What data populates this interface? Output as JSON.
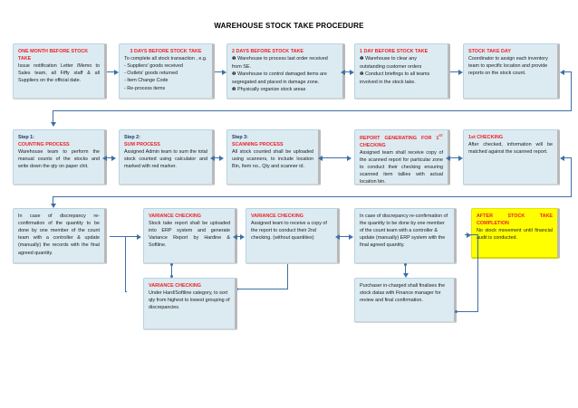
{
  "title": "WAREHOUSE STOCK TAKE PROCEDURE",
  "colors": {
    "box_fill": "#dcebf2",
    "box_border": "#b6d4e2",
    "heading_red": "#ec2227",
    "heading_blue": "#1f3864",
    "connector": "#3e6fa8",
    "highlight_yellow": "#ffff00"
  },
  "row1": {
    "b1": {
      "heading": "ONE MONTH BEFORE STOCK TAKE",
      "body": "Issue notification Letter /Memo to Sales team, all Fiffy staff & all Suppliers on the official date."
    },
    "b2": {
      "heading": "3 DAYS BEFORE STOCK TAKE",
      "body": "To complete all stock transaction , e.g.",
      "lines": [
        "- Suppliers' goods received",
        "- Outlets' goods returned",
        "- Item Change Code",
        "- Re-process items"
      ]
    },
    "b3": {
      "heading": "2 DAYS BEFORE STOCK TAKE",
      "items": [
        "Warehouse to process last order received from SE.",
        "Warehouse to control damaged items are segregated and placed in damage zone.",
        "Physically organize stock  areas"
      ]
    },
    "b4": {
      "heading": "1 DAY BEFORE STOCK TAKE",
      "items": [
        "Warehouse to clear any outstanding customer orders",
        "Conduct briefings to  all teams involved in the stock take."
      ]
    },
    "b5": {
      "heading": "STOCK TAKE DAY",
      "body": "Coordinator to assign each inventory team to specific location and provide reports on the stock count."
    }
  },
  "row2": {
    "b1": {
      "step": "Step 1:",
      "heading": "COUNTING PROCESS",
      "body": "Warehouse team to perform the manual counts of the stocks and write down the qty on paper chit."
    },
    "b2": {
      "step": "Step 2:",
      "heading": "SUM PROCESS",
      "body": "Assigned Admin team to sum the total stock counted using calculator and marked with red marker."
    },
    "b3": {
      "step": "Step 3:",
      "heading": "SCANNING PROCESS",
      "body": "All stock counted shall be uploaded using scanners, to include location Bin, Item no., Qty and scanner id."
    },
    "b4": {
      "heading": "REPORT  GENERATING  FOR  1",
      "heading_sup": "ST",
      "heading_cont": " CHECKING",
      "body": "Assigned team shall receive copy of the scanned report for particular zone to conduct their checking ensuring scanned item tallies with actual location bin."
    },
    "b5": {
      "heading": "1st CHECKING",
      "body": "After checked, information will be matched against the scanned report."
    }
  },
  "row3": {
    "b1": {
      "body": "In case of discrepancy re-confirmation of the quantity to be done by one member of the count team with a controller & update (manually) the records with the final agreed quantity."
    },
    "b2": {
      "heading": "VARIANCE CHECKING",
      "body": "Stock take report shall be uploaded into ERP system and generate Variance Report by Hardine & Softline."
    },
    "b3": {
      "heading": "VARIANCE CHECKING",
      "body": "Assigned team to receive a copy of the report to conduct their 2nd checking. (without quantities)"
    },
    "b4": {
      "body": "In case of discrepancy re-confirmation of the quantity to be done by one member of the count team with a controller & update (manually)  ERP system with the final agreed quantity."
    },
    "b5": {
      "heading": "AFTER  STOCK  TAKE COMPLETION",
      "body": "No stock movement until financial audit is conducted."
    }
  },
  "row4": {
    "b1": {
      "heading": "VARIANCE CHECKING",
      "body": "Under Hard/Softline category, to sort qty from highest to lowest grouping of discrepancies."
    },
    "b2": {
      "body": "Purchaser in-charged shall finalises the stock datas with Finance manager for review and final confirmation."
    }
  }
}
